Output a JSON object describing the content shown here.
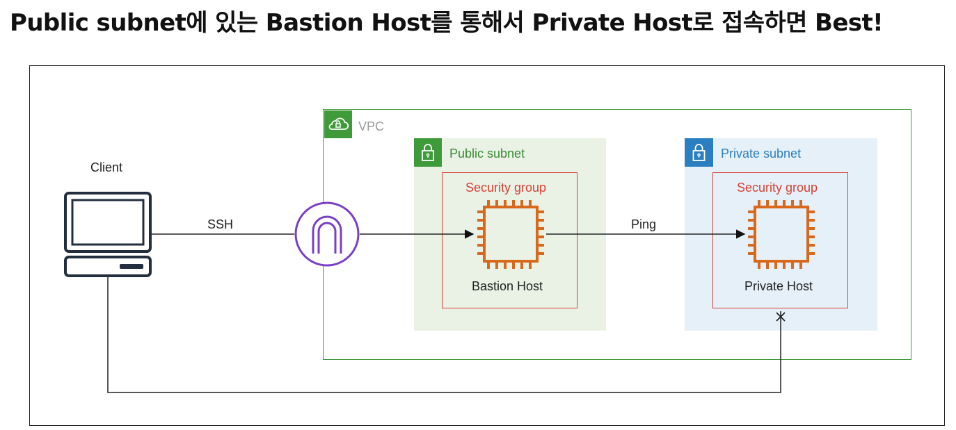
{
  "headline": "Public subnet에 있는 Bastion Host를 통해서 Private Host로 접속하면 Best!",
  "diagram": {
    "client_label": "Client",
    "vpc_label": "VPC",
    "public_subnet_label": "Public subnet",
    "private_subnet_label": "Private subnet",
    "security_group_label_1": "Security group",
    "security_group_label_2": "Security group",
    "bastion_label": "Bastion Host",
    "private_host_label": "Private Host",
    "ssh_label": "SSH",
    "ping_label": "Ping"
  },
  "colors": {
    "vpc_green": "#3f9a3a",
    "public_fill": "#e9f2e5",
    "private_fill": "#e6f0f8",
    "private_blue": "#2b7fc0",
    "security_red": "#d64033",
    "ec2_orange": "#d8691c",
    "gateway_purple": "#7a3fc4"
  }
}
